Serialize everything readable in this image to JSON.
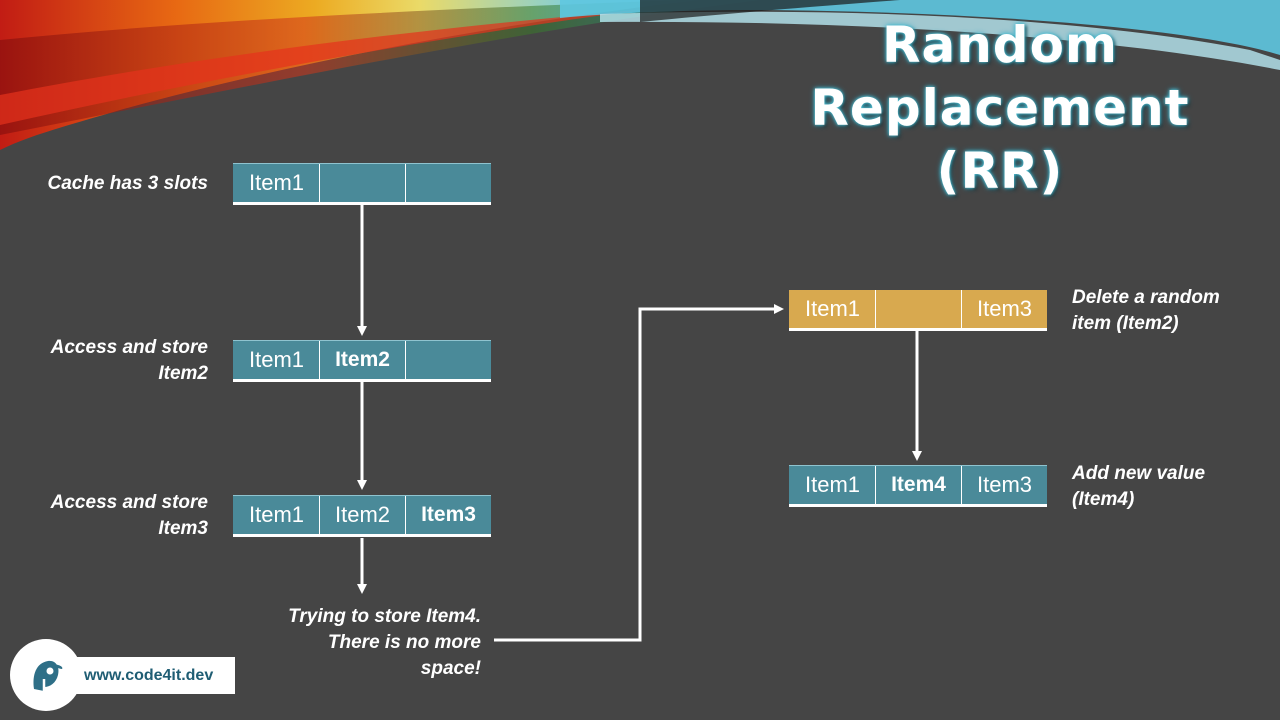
{
  "title": {
    "line1": "Random",
    "line2": "Replacement",
    "line3": "(RR)"
  },
  "steps": {
    "step1": {
      "label": "Cache has 3 slots",
      "slots": [
        "Item1",
        "",
        ""
      ]
    },
    "step2": {
      "label_line1": "Access and store",
      "label_line2": "Item2",
      "slots": [
        "Item1",
        "Item2",
        ""
      ]
    },
    "step3": {
      "label_line1": "Access and store",
      "label_line2": "Item3",
      "slots": [
        "Item1",
        "Item2",
        "Item3"
      ]
    },
    "step4": {
      "label_line1": "Trying to store Item4.",
      "label_line2": "There is no more",
      "label_line3": "space!"
    },
    "step5": {
      "label_line1": "Delete a random",
      "label_line2": "item (Item2)",
      "slots": [
        "Item1",
        "",
        "Item3"
      ]
    },
    "step6": {
      "label_line1": "Add new value",
      "label_line2": "(Item4)",
      "slots": [
        "Item1",
        "Item4",
        "Item3"
      ]
    }
  },
  "footer": {
    "website": "www.code4it.dev",
    "logo_icon": "code4it-bird-icon"
  },
  "colors": {
    "background": "#454545",
    "slot_teal": "#4a8a99",
    "slot_gold": "#d8a94f"
  }
}
